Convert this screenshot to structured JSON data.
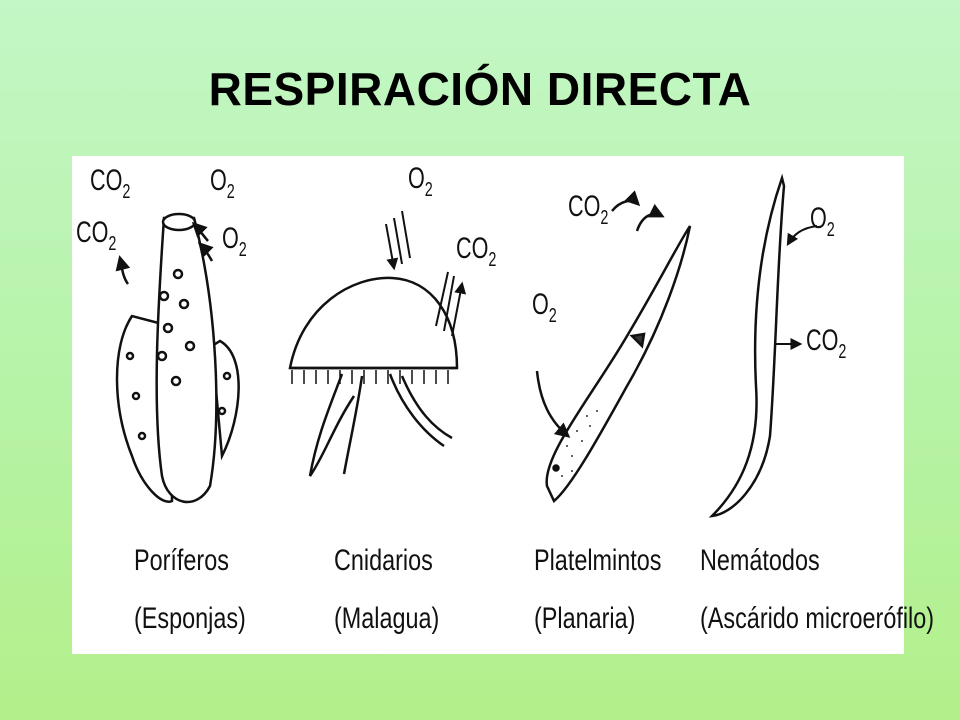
{
  "title": "RESPIRACIÓN DIRECTA",
  "organisms": [
    {
      "name": "Poríferos",
      "common": "(Esponjas)"
    },
    {
      "name": "Cnidarios",
      "common": "(Malagua)"
    },
    {
      "name": "Platelmintos",
      "common": "(Planaria)"
    },
    {
      "name": "Nemátodos",
      "common": "(Ascárido microerófilo)"
    }
  ],
  "gases": {
    "co2": {
      "base": "CO",
      "sub": "2"
    },
    "o2": {
      "base": "O",
      "sub": "2"
    }
  },
  "colors": {
    "background_top": "#c3f7c6",
    "background_bottom": "#b3f08a",
    "panel": "#ffffff",
    "ink": "#111111"
  }
}
